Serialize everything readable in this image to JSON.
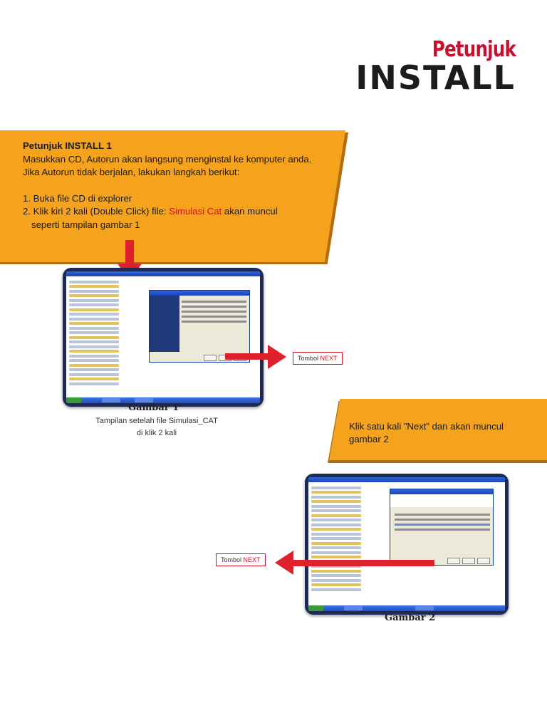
{
  "title": {
    "small": "Petunjuk",
    "big": "INSTALL"
  },
  "colors": {
    "accent_red": "#d0101e",
    "banner_orange": "#f5a31c",
    "monitor_blue": "#1d2a55"
  },
  "section1": {
    "heading": "Petunjuk INSTALL 1",
    "line1": "Masukkan CD, Autorun akan langsung menginstal ke komputer anda.",
    "line2": "Jika Autorun tidak berjalan, lakukan langkah berikut:",
    "step1": "1. Buka file CD di explorer",
    "step2_pre": "2. Klik kiri 2 kali (Double Click) file: ",
    "step2_highlight": "Simulasi Cat",
    "step2_post": " akan muncul",
    "step2_cont": "seperti tampilan gambar 1"
  },
  "figure1": {
    "title": "Gambar 1",
    "caption_line1": "Tampilan setelah file Simulasi_CAT",
    "caption_line2": "di klik 2 kali",
    "next_label_prefix": "Tombol ",
    "next_label_highlight": "NEXT"
  },
  "section2": {
    "text_line1": "Klik satu kali  ”Next” dan akan muncul",
    "text_line2": "gambar 2"
  },
  "figure2": {
    "title": "Gambar 2",
    "next_label_prefix": "Tombol ",
    "next_label_highlight": "NEXT"
  }
}
